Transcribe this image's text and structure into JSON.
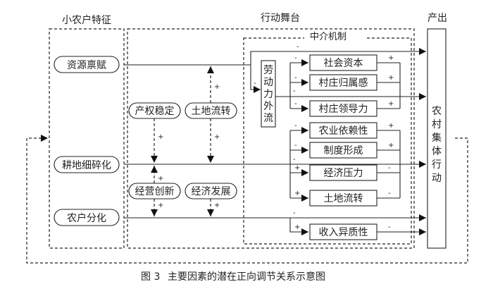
{
  "sections": {
    "smallholder": "小农户特征",
    "stage": "行动舞台",
    "output": "产出",
    "mechanism": "中介机制"
  },
  "inputs": [
    {
      "id": "resource",
      "label": "资源禀赋"
    },
    {
      "id": "fragment",
      "label": "耕地细碎化"
    },
    {
      "id": "differentiation",
      "label": "农户分化"
    }
  ],
  "moderators": [
    {
      "id": "property",
      "label": "产权稳定",
      "sign": "+"
    },
    {
      "id": "landtransfer",
      "label": "土地流转",
      "sign": "+"
    },
    {
      "id": "innovation",
      "label": "经营创新",
      "sign": "+"
    },
    {
      "id": "economic",
      "label": "经济发展",
      "sign": "+"
    }
  ],
  "labor_outflow": {
    "label": "劳动力外流",
    "sign_in": "-"
  },
  "mediators": [
    {
      "label": "社会资本",
      "sign_in": "-",
      "sign_out": "+"
    },
    {
      "label": "村庄归属感",
      "sign_in": "-",
      "sign_out": "+"
    },
    {
      "label": "村庄领导力",
      "sign_in": "-",
      "sign_out": "+"
    },
    {
      "label": "农业依赖性",
      "sign_in": "-",
      "sign_out": "+"
    },
    {
      "label": "制度形成",
      "sign_in": "-",
      "sign_out": "+"
    },
    {
      "label": "经济压力",
      "sign_in": "+",
      "sign_out": "-"
    },
    {
      "label": "土地流转",
      "sign_in": "+",
      "sign_out": "-"
    },
    {
      "label": "收入异质性",
      "sign_in": "+",
      "sign_out": "-"
    }
  ],
  "direct_signs": {
    "resource": "-",
    "labor": "-",
    "fragment": "-",
    "differentiation": "-"
  },
  "output_box": {
    "label": "农村集体行动"
  },
  "caption": {
    "figure": "图 3",
    "title": "主要因素的潜在正向调节关系示意图"
  }
}
